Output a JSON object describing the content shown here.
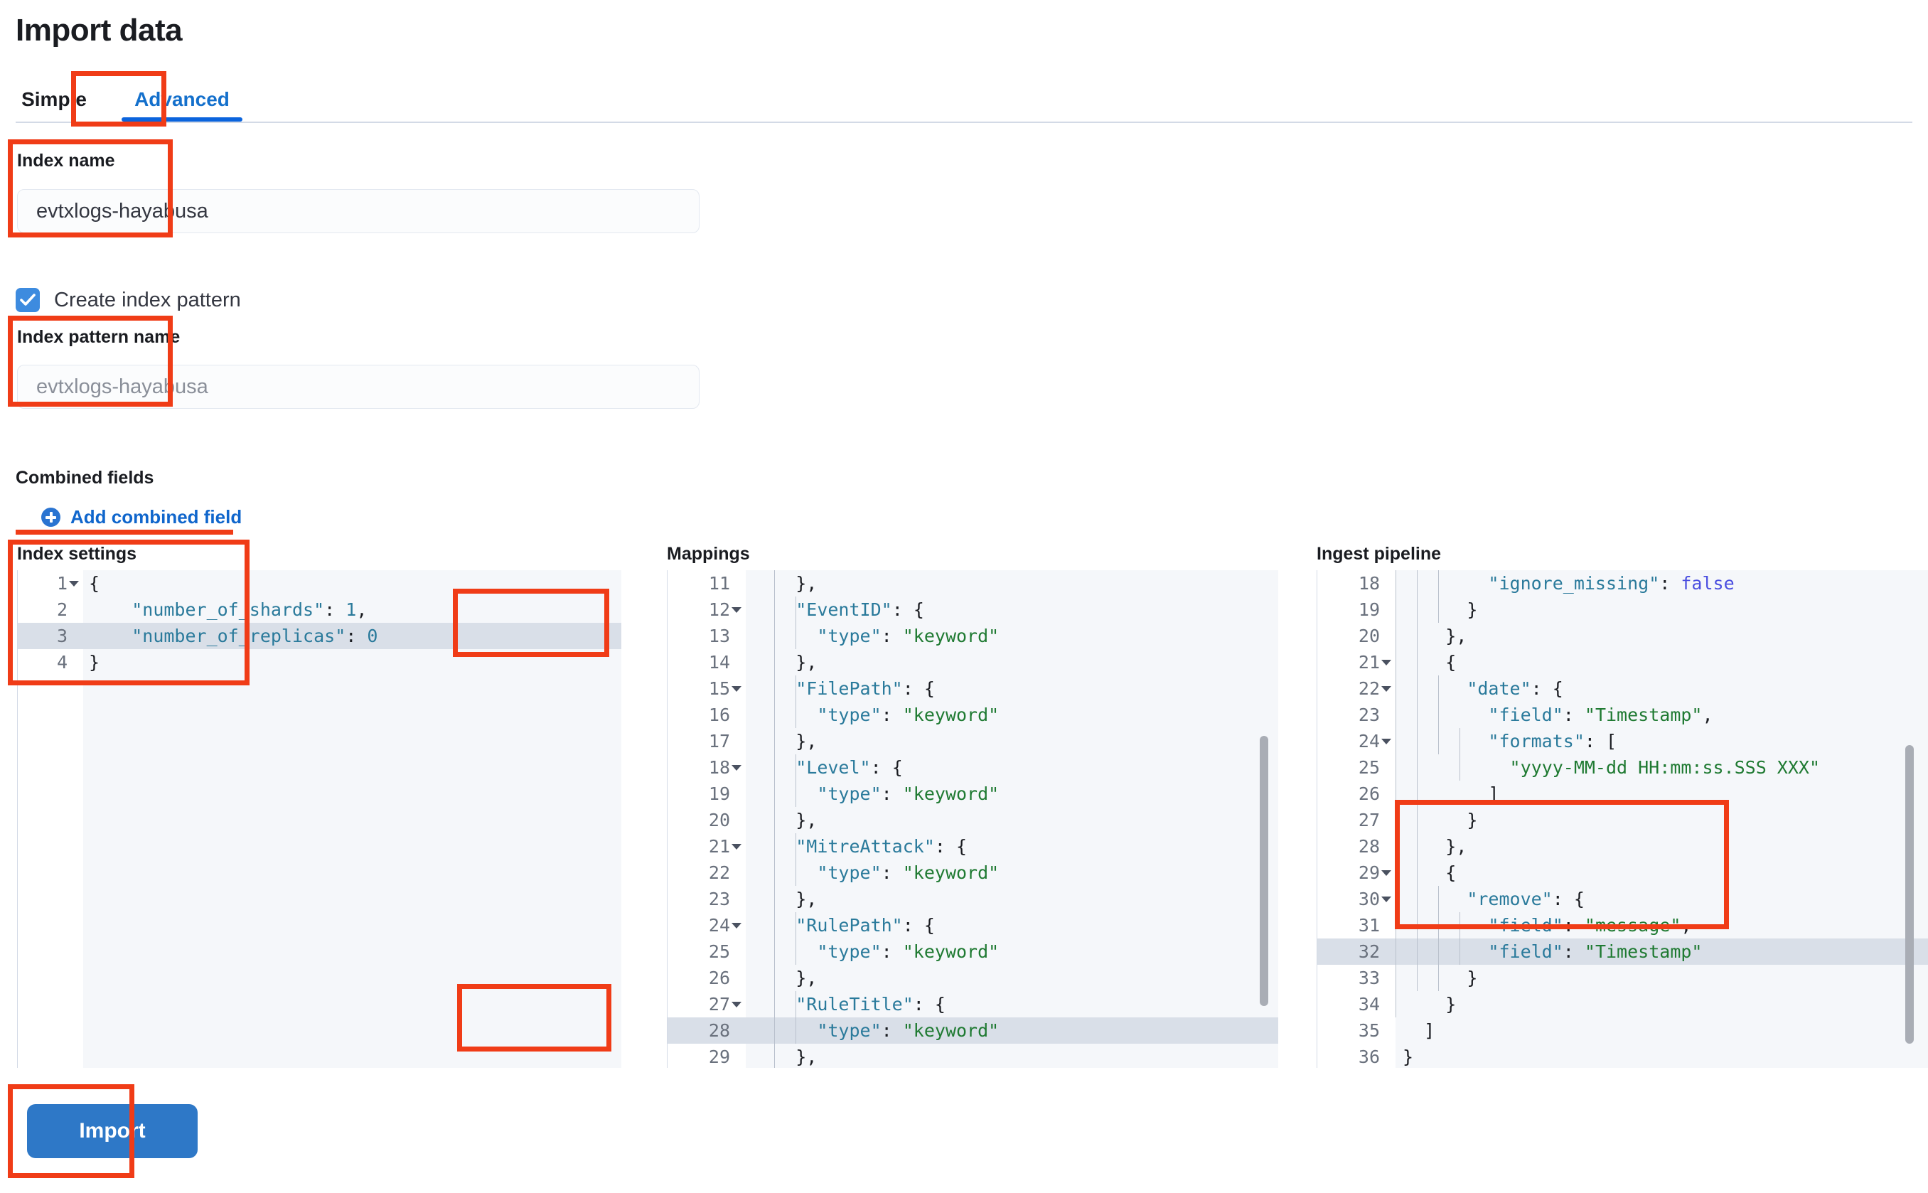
{
  "header": {
    "title": "Import data"
  },
  "tabs": [
    {
      "label": "Simple",
      "selected": false
    },
    {
      "label": "Advanced",
      "selected": true
    }
  ],
  "form": {
    "index_name": {
      "label": "Index name",
      "value": "evtxlogs-hayabusa"
    },
    "create_index_pattern": {
      "label": "Create index pattern",
      "checked": true
    },
    "index_pattern_name": {
      "label": "Index pattern name",
      "placeholder": "evtxlogs-hayabusa"
    },
    "combined_fields": {
      "label": "Combined fields",
      "add_label": "Add combined field"
    }
  },
  "editors": {
    "index_settings": {
      "title": "Index settings",
      "first_line": 1,
      "active_line": 3,
      "lines": [
        {
          "n": 1,
          "fold": true,
          "text": "{"
        },
        {
          "n": 2,
          "fold": false,
          "text": "    \"number_of_shards\": 1,"
        },
        {
          "n": 3,
          "fold": false,
          "text": "    \"number_of_replicas\": 0"
        },
        {
          "n": 4,
          "fold": false,
          "text": "}"
        }
      ]
    },
    "mappings": {
      "title": "Mappings",
      "first_line": 11,
      "active_line": 28,
      "lines": [
        {
          "n": 11,
          "fold": false,
          "text": "    },"
        },
        {
          "n": 12,
          "fold": true,
          "text": "    \"EventID\": {"
        },
        {
          "n": 13,
          "fold": false,
          "text": "      \"type\": \"keyword\""
        },
        {
          "n": 14,
          "fold": false,
          "text": "    },"
        },
        {
          "n": 15,
          "fold": true,
          "text": "    \"FilePath\": {"
        },
        {
          "n": 16,
          "fold": false,
          "text": "      \"type\": \"keyword\""
        },
        {
          "n": 17,
          "fold": false,
          "text": "    },"
        },
        {
          "n": 18,
          "fold": true,
          "text": "    \"Level\": {"
        },
        {
          "n": 19,
          "fold": false,
          "text": "      \"type\": \"keyword\""
        },
        {
          "n": 20,
          "fold": false,
          "text": "    },"
        },
        {
          "n": 21,
          "fold": true,
          "text": "    \"MitreAttack\": {"
        },
        {
          "n": 22,
          "fold": false,
          "text": "      \"type\": \"keyword\""
        },
        {
          "n": 23,
          "fold": false,
          "text": "    },"
        },
        {
          "n": 24,
          "fold": true,
          "text": "    \"RulePath\": {"
        },
        {
          "n": 25,
          "fold": false,
          "text": "      \"type\": \"keyword\""
        },
        {
          "n": 26,
          "fold": false,
          "text": "    },"
        },
        {
          "n": 27,
          "fold": true,
          "text": "    \"RuleTitle\": {"
        },
        {
          "n": 28,
          "fold": false,
          "text": "      \"type\": \"keyword\""
        },
        {
          "n": 29,
          "fold": false,
          "text": "    },"
        }
      ]
    },
    "ingest_pipeline": {
      "title": "Ingest pipeline",
      "first_line": 18,
      "active_line": 32,
      "lines": [
        {
          "n": 18,
          "fold": false,
          "text": "        \"ignore_missing\": false"
        },
        {
          "n": 19,
          "fold": false,
          "text": "      }"
        },
        {
          "n": 20,
          "fold": false,
          "text": "    },"
        },
        {
          "n": 21,
          "fold": true,
          "text": "    {"
        },
        {
          "n": 22,
          "fold": true,
          "text": "      \"date\": {"
        },
        {
          "n": 23,
          "fold": false,
          "text": "        \"field\": \"Timestamp\","
        },
        {
          "n": 24,
          "fold": true,
          "text": "        \"formats\": ["
        },
        {
          "n": 25,
          "fold": false,
          "text": "          \"yyyy-MM-dd HH:mm:ss.SSS XXX\""
        },
        {
          "n": 26,
          "fold": false,
          "text": "        ]"
        },
        {
          "n": 27,
          "fold": false,
          "text": "      }"
        },
        {
          "n": 28,
          "fold": false,
          "text": "    },"
        },
        {
          "n": 29,
          "fold": true,
          "text": "    {"
        },
        {
          "n": 30,
          "fold": true,
          "text": "      \"remove\": {"
        },
        {
          "n": 31,
          "fold": false,
          "text": "        \"field\": \"message\","
        },
        {
          "n": 32,
          "fold": false,
          "text": "        \"field\": \"Timestamp\""
        },
        {
          "n": 33,
          "fold": false,
          "text": "      }"
        },
        {
          "n": 34,
          "fold": false,
          "text": "    }"
        },
        {
          "n": 35,
          "fold": false,
          "text": "  ]"
        },
        {
          "n": 36,
          "fold": false,
          "text": "}"
        }
      ]
    }
  },
  "actions": {
    "import_label": "Import"
  },
  "colors": {
    "accent": "#0b64dd",
    "link": "#1066cc",
    "annotation": "#f03c17",
    "button": "#2e78c7",
    "checkbox": "#3d8bdf",
    "code_key": "#2a7a9b",
    "code_string": "#1f7a32",
    "code_boolean": "#4a4ee0"
  }
}
